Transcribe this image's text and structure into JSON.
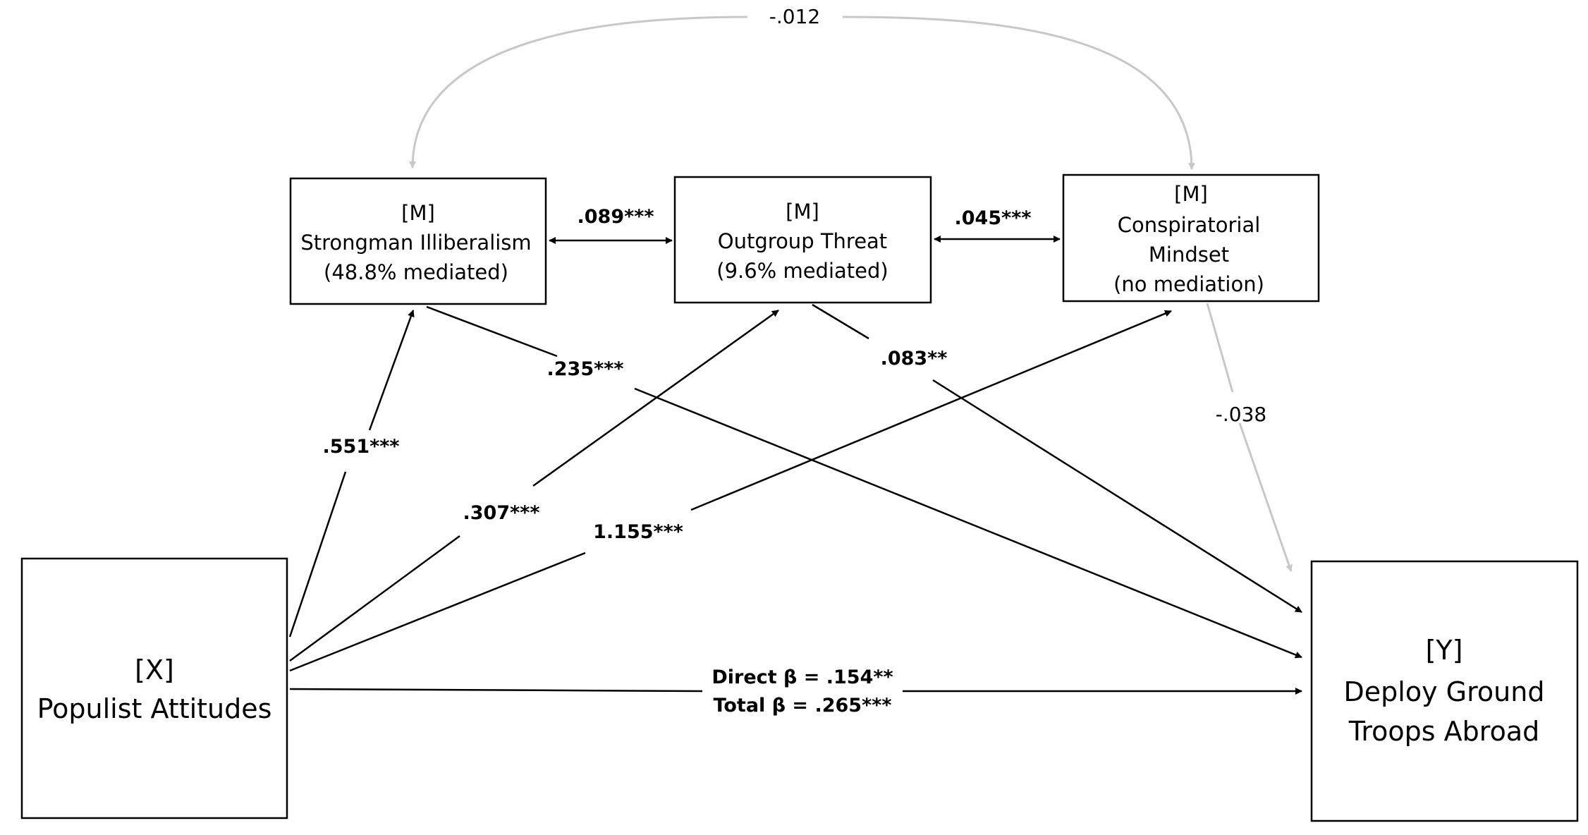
{
  "nodes": {
    "x": {
      "tag": "[X]",
      "label": "Populist Attitudes"
    },
    "m1": {
      "tag": "[M]",
      "label": "Strongman Illiberalism",
      "note": "(48.8% mediated)"
    },
    "m2": {
      "tag": "[M]",
      "label": "Outgroup Threat",
      "note": "(9.6% mediated)"
    },
    "m3": {
      "tag": "[M]",
      "label_line1": "Conspiratorial",
      "label_line2": "Mindset",
      "note": "(no mediation)"
    },
    "y": {
      "tag": "[Y]",
      "label_line1": "Deploy Ground",
      "label_line2": "Troops Abroad"
    }
  },
  "paths": {
    "x_m1": ".551***",
    "x_m2": ".307***",
    "x_m3": "1.155***",
    "m1_y": ".235***",
    "m2_y": ".083**",
    "m3_y": "-.038",
    "m1_m2": ".089***",
    "m2_m3": ".045***",
    "m1_m3": "-.012",
    "direct": "Direct β = .154**",
    "total": "Total β = .265***"
  },
  "colors": {
    "significant": "#000000",
    "nonsignificant": "#c8c8c8"
  }
}
